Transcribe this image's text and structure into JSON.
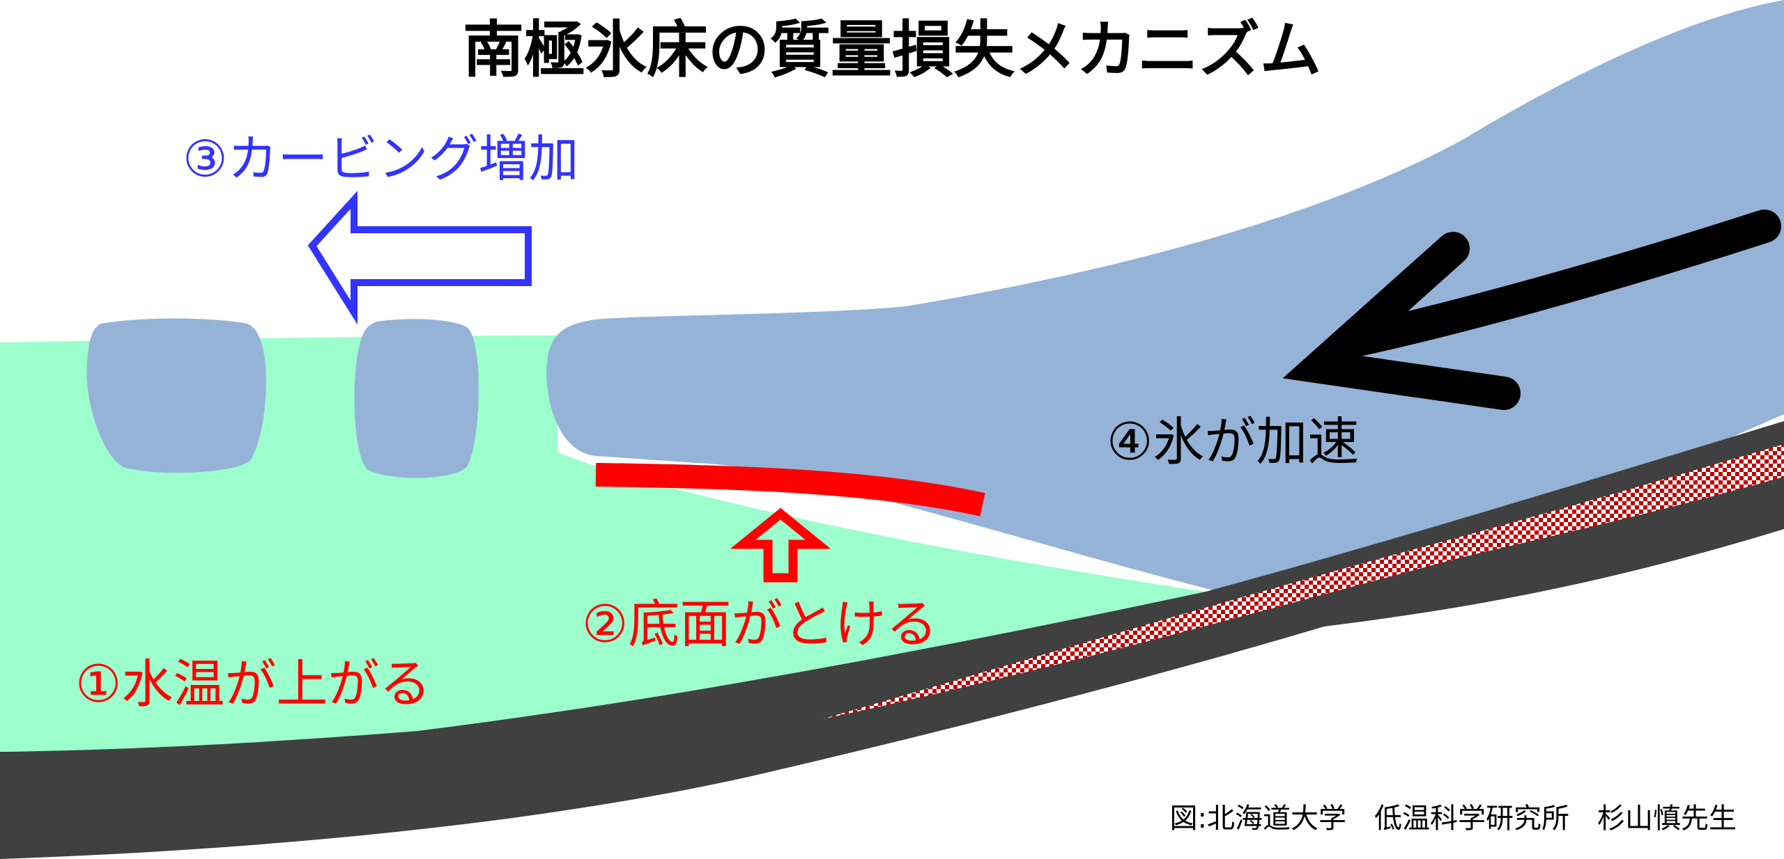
{
  "title": "南極氷床の質量損失メカニズム",
  "labels": {
    "water_warming": "①水温が上がる",
    "basal_melt": "②底面がとける",
    "calving_increase": "③カービング増加",
    "ice_acceleration": "④氷が加速"
  },
  "credit": "図:北海道大学　低温科学研究所　杉山慎先生",
  "colors": {
    "ocean": "#9cfecc",
    "ice": "#95b3d7",
    "bedrock": "#404040",
    "sediment": "#c00000",
    "water_label": "#ff0000",
    "melt_label": "#ff0000",
    "melt_line": "#ff0000",
    "calving_label": "#3333ff",
    "calving_arrow": "#3333ff",
    "accel_label": "#000000",
    "accel_arrow": "#000000"
  }
}
